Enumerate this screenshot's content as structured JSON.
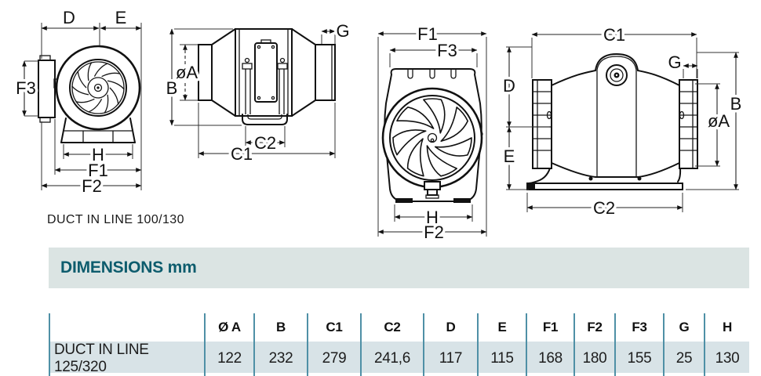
{
  "drawing": {
    "caption": "DUCT IN LINE 100/130",
    "labels": {
      "d": "D",
      "e": "E",
      "f1": "F1",
      "f2": "F2",
      "f3": "F3",
      "g": "G",
      "h": "H",
      "b": "B",
      "c1": "C1",
      "c2": "C2",
      "dia_a": "øA"
    }
  },
  "section": {
    "title": "DIMENSIONS mm"
  },
  "table": {
    "columns": [
      "Ø A",
      "B",
      "C1",
      "C2",
      "D",
      "E",
      "F1",
      "F2",
      "F3",
      "G",
      "H"
    ],
    "rows": [
      {
        "label": "DUCT IN LINE 125/320",
        "values": [
          "122",
          "232",
          "279",
          "241,6",
          "117",
          "115",
          "168",
          "180",
          "155",
          "25",
          "130"
        ]
      }
    ]
  },
  "colors": {
    "accent_teal": "#0d5c6d",
    "bar_bg": "#dbe4e3",
    "row_bg": "#d8e3e7",
    "table_divider": "#4f90a6"
  }
}
